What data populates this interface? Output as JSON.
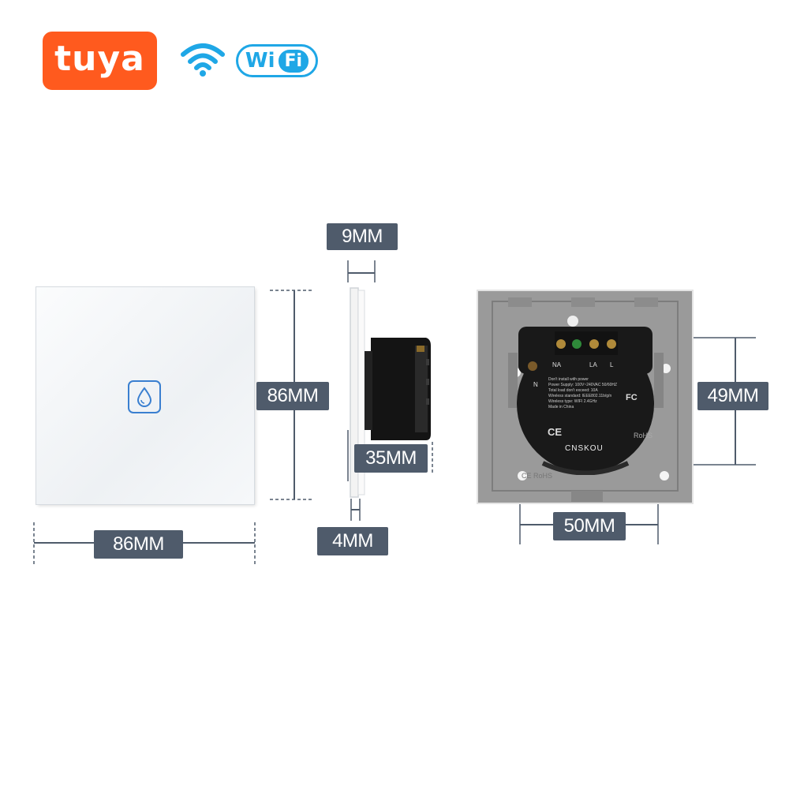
{
  "logos": {
    "brand": "tuya",
    "wifi_badge_left": "Wi",
    "wifi_badge_right": "Fi",
    "brand_color": "#ff5a1e",
    "wifi_color": "#1fa7e6",
    "wifi_icon": "wifi-signal-icon"
  },
  "front_view": {
    "height_label": "86MM",
    "width_label": "86MM",
    "button_icon": "water-drop-icon",
    "button_color": "#3a7fd0"
  },
  "side_view": {
    "panel_thickness_label": "9MM",
    "box_depth_label": "35MM",
    "glass_thickness_label": "4MM"
  },
  "back_view": {
    "module_height_label": "49MM",
    "module_width_label": "50MM",
    "terminals": [
      "NA",
      "LA",
      "L",
      "N"
    ],
    "brand_text": "CNSKOU",
    "spec_lines": [
      "Don't install with power",
      "Power Supply: 100V~240VAC 50/60HZ",
      "Total load don't exceed: 10A",
      "Wireless standard: IEEE802.11b/g/n",
      "Wireless type: WIFI 2.4GHz",
      "Made in China"
    ],
    "marks": [
      "FC",
      "CE",
      "RoHS",
      "CE RoHS"
    ]
  }
}
